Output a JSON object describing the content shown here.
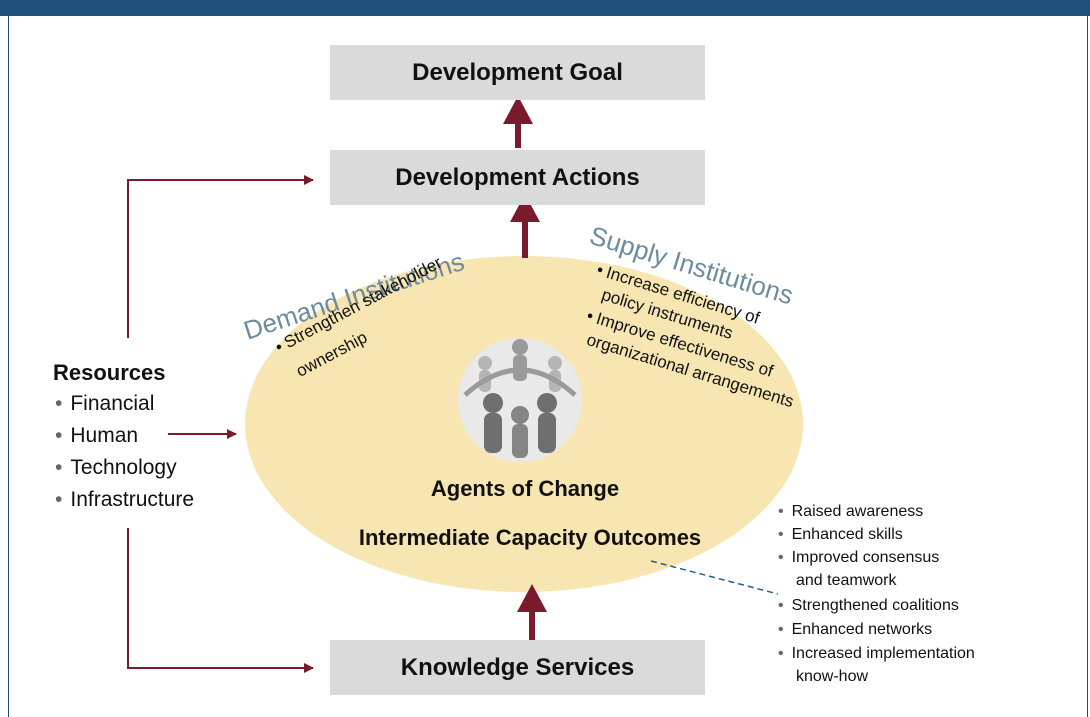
{
  "boxes": {
    "goal": "Development Goal",
    "actions": "Development Actions",
    "knowledge": "Knowledge Services"
  },
  "resources": {
    "title": "Resources",
    "items": [
      "Financial",
      "Human",
      "Technology",
      "Infrastructure"
    ]
  },
  "demand": {
    "title": "Demand Institutions",
    "items": [
      "Strengthen stakeholder",
      "ownership"
    ]
  },
  "supply": {
    "title": "Supply Institutions",
    "items": [
      "Increase efficiency of",
      "policy instruments",
      "Improve effectiveness of",
      "organizational arrangements"
    ]
  },
  "center": {
    "agents": "Agents of Change",
    "outcomes": "Intermediate Capacity Outcomes"
  },
  "outcomes_list": [
    "Raised awareness",
    "Enhanced skills",
    "Improved consensus",
    "and teamwork",
    "Strengthened coalitions",
    "Enhanced networks",
    "Increased implementation",
    "know-how"
  ],
  "colors": {
    "arrow": "#7b1a2c",
    "box": "#dadada",
    "ellipse": "#f7e6b2",
    "institution_title": "#6e8b9f",
    "header": "#1f4e79"
  }
}
